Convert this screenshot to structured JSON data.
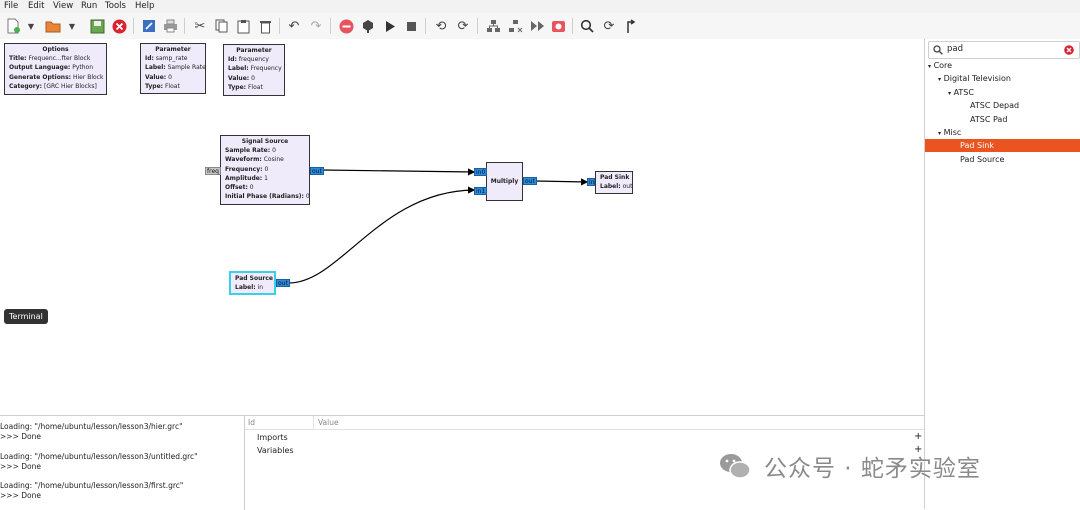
{
  "menu": [
    "File",
    "Edit",
    "View",
    "Run",
    "Tools",
    "Help"
  ],
  "options_block": {
    "title": "Options",
    "rows": [
      {
        "k": "Title:",
        "v": "Frequenc...fter Block"
      },
      {
        "k": "Output Language:",
        "v": "Python"
      },
      {
        "k": "Generate Options:",
        "v": "Hier Block"
      },
      {
        "k": "Category:",
        "v": "[GRC Hier Blocks]"
      }
    ]
  },
  "param_samp_rate": {
    "title": "Parameter",
    "rows": [
      {
        "k": "Id:",
        "v": "samp_rate"
      },
      {
        "k": "Label:",
        "v": "Sample Rate"
      },
      {
        "k": "Value:",
        "v": "0"
      },
      {
        "k": "Type:",
        "v": "Float"
      }
    ]
  },
  "param_frequency": {
    "title": "Parameter",
    "rows": [
      {
        "k": "Id:",
        "v": "frequency"
      },
      {
        "k": "Label:",
        "v": "Frequency"
      },
      {
        "k": "Value:",
        "v": "0"
      },
      {
        "k": "Type:",
        "v": "Float"
      }
    ]
  },
  "signal_source": {
    "title": "Signal Source",
    "rows": [
      {
        "k": "Sample Rate:",
        "v": "0"
      },
      {
        "k": "Waveform:",
        "v": "Cosine"
      },
      {
        "k": "Frequency:",
        "v": "0"
      },
      {
        "k": "Amplitude:",
        "v": "1"
      },
      {
        "k": "Offset:",
        "v": "0"
      },
      {
        "k": "Initial Phase (Radians):",
        "v": "0"
      }
    ],
    "in_port": "freq",
    "out_port": "out"
  },
  "multiply": {
    "title": "Multiply",
    "in0": "in0",
    "in1": "in1",
    "out_port": "out"
  },
  "pad_sink": {
    "title": "Pad Sink",
    "label_k": "Label:",
    "label_v": "out",
    "in_port": "in"
  },
  "pad_source": {
    "title": "Pad Source",
    "label_k": "Label:",
    "label_v": "in",
    "out_port": "out"
  },
  "tooltip": "Terminal",
  "search": {
    "value": "pad"
  },
  "tree": {
    "core": "Core",
    "digital_tv": "Digital Television",
    "atsc": "ATSC",
    "atsc_depad": "ATSC Depad",
    "atsc_pad": "ATSC Pad",
    "misc": "Misc",
    "pad_sink": "Pad Sink",
    "pad_source": "Pad Source"
  },
  "console": [
    "Loading: \"/home/ubuntu/lesson/lesson3/hier.grc\"",
    ">>> Done",
    "Loading: \"/home/ubuntu/lesson/lesson3/untitled.grc\"",
    ">>> Done",
    "Loading: \"/home/ubuntu/lesson/lesson3/first.grc\"",
    ">>> Done"
  ],
  "vars": {
    "col_id": "Id",
    "col_value": "Value",
    "imports": "Imports",
    "variables": "Variables"
  },
  "watermark": "公众号 · 蛇矛实验室",
  "colors": {
    "selected": "#e95420",
    "port": "#2a8be0",
    "block_bg": "#efebfb",
    "pad_source_border": "#39d0e8"
  }
}
